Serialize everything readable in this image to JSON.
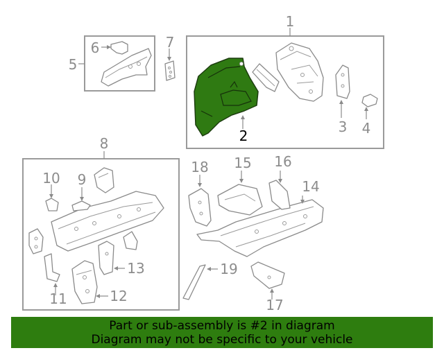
{
  "callouts": {
    "c1": "1",
    "c2": "2",
    "c3": "3",
    "c4": "4",
    "c5": "5",
    "c6": "6",
    "c7": "7",
    "c8": "8",
    "c9": "9",
    "c10": "10",
    "c11": "11",
    "c12": "12",
    "c13": "13",
    "c14": "14",
    "c15": "15",
    "c16": "16",
    "c17": "17",
    "c18": "18",
    "c19": "19"
  },
  "selected_callout": "2",
  "colors": {
    "highlight": "#2e7d0f",
    "selected_part": "#2f7a12",
    "line": "#8a8a8a"
  },
  "banner": {
    "line1": "Part or sub-assembly is #2 in diagram",
    "line2": "Diagram may not be specific to your vehicle"
  }
}
